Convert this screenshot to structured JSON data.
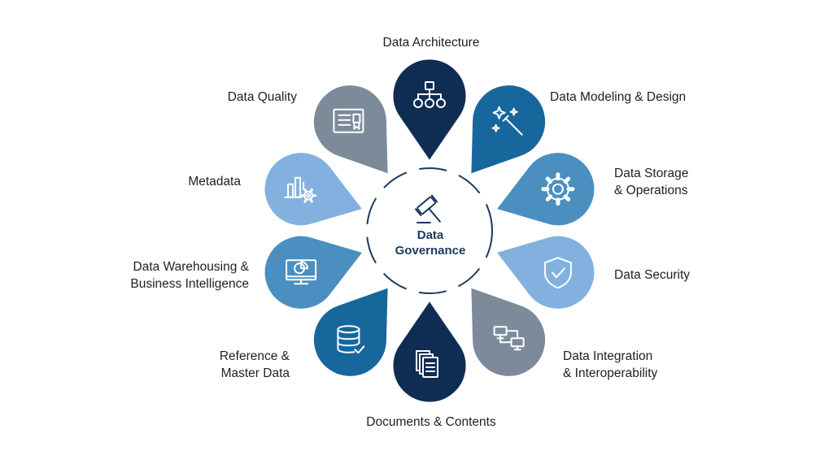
{
  "center": {
    "title_line1": "Data",
    "title_line2": "Governance",
    "icon": "gavel-icon"
  },
  "petals": [
    {
      "id": "architecture",
      "lines": [
        "Data Architecture"
      ],
      "icon": "hierarchy-icon",
      "color": "#0f2d52"
    },
    {
      "id": "modeling",
      "lines": [
        "Data Modeling & Design"
      ],
      "icon": "magic-wand-icon",
      "color": "#17679c"
    },
    {
      "id": "storage",
      "lines": [
        "Data Storage",
        "& Operations"
      ],
      "icon": "gear-icon",
      "color": "#4a8fc0"
    },
    {
      "id": "security",
      "lines": [
        "Data Security"
      ],
      "icon": "shield-check-icon",
      "color": "#82b1df"
    },
    {
      "id": "integration",
      "lines": [
        "Data Integration",
        "& Interoperability"
      ],
      "icon": "network-computers-icon",
      "color": "#7c8a99"
    },
    {
      "id": "documents",
      "lines": [
        "Documents & Contents"
      ],
      "icon": "documents-icon",
      "color": "#0f2d52"
    },
    {
      "id": "reference",
      "lines": [
        "Reference &",
        "Master Data"
      ],
      "icon": "database-check-icon",
      "color": "#17679c"
    },
    {
      "id": "warehousing",
      "lines": [
        "Data Warehousing &",
        "Business Intelligence"
      ],
      "icon": "monitor-chart-icon",
      "color": "#4a8fc0"
    },
    {
      "id": "metadata",
      "lines": [
        "Metadata"
      ],
      "icon": "chart-gear-icon",
      "color": "#82b1df"
    },
    {
      "id": "quality",
      "lines": [
        "Data Quality"
      ],
      "icon": "certificate-icon",
      "color": "#7c8a99"
    }
  ]
}
